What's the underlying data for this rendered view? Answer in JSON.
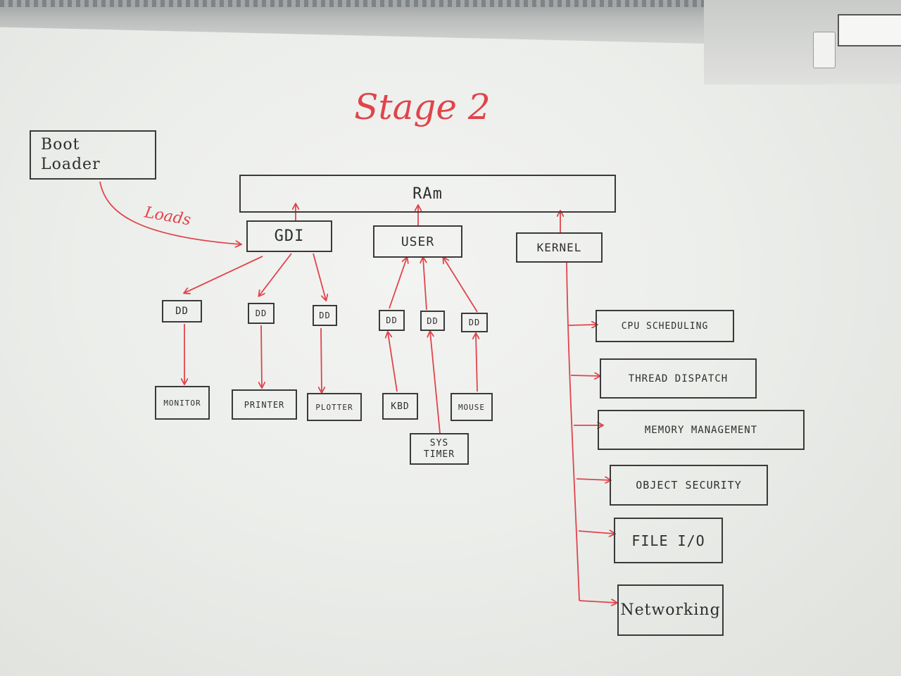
{
  "title": "Stage 2",
  "edge_label": "Loads",
  "nodes": {
    "boot_loader": [
      "Boot",
      "Loader"
    ],
    "ram": "RAm",
    "gdi": "GDI",
    "user": "USER",
    "kernel": "KERNEL",
    "dd": "DD",
    "monitor": "MONITOR",
    "printer": "PRINTER",
    "plotter": "PLOTTER",
    "kbd": "KBD",
    "mouse": "MOUSE",
    "sys_timer": [
      "SYS",
      "TIMER"
    ]
  },
  "kernel_services": [
    "CPU SCHEDULING",
    "THREAD DISPATCH",
    "MEMORY MANAGEMENT",
    "OBJECT SECURITY",
    "FILE I/O",
    "Networking"
  ],
  "colors": {
    "arrow": "#e0444a",
    "marker": "#2e2e2e"
  }
}
